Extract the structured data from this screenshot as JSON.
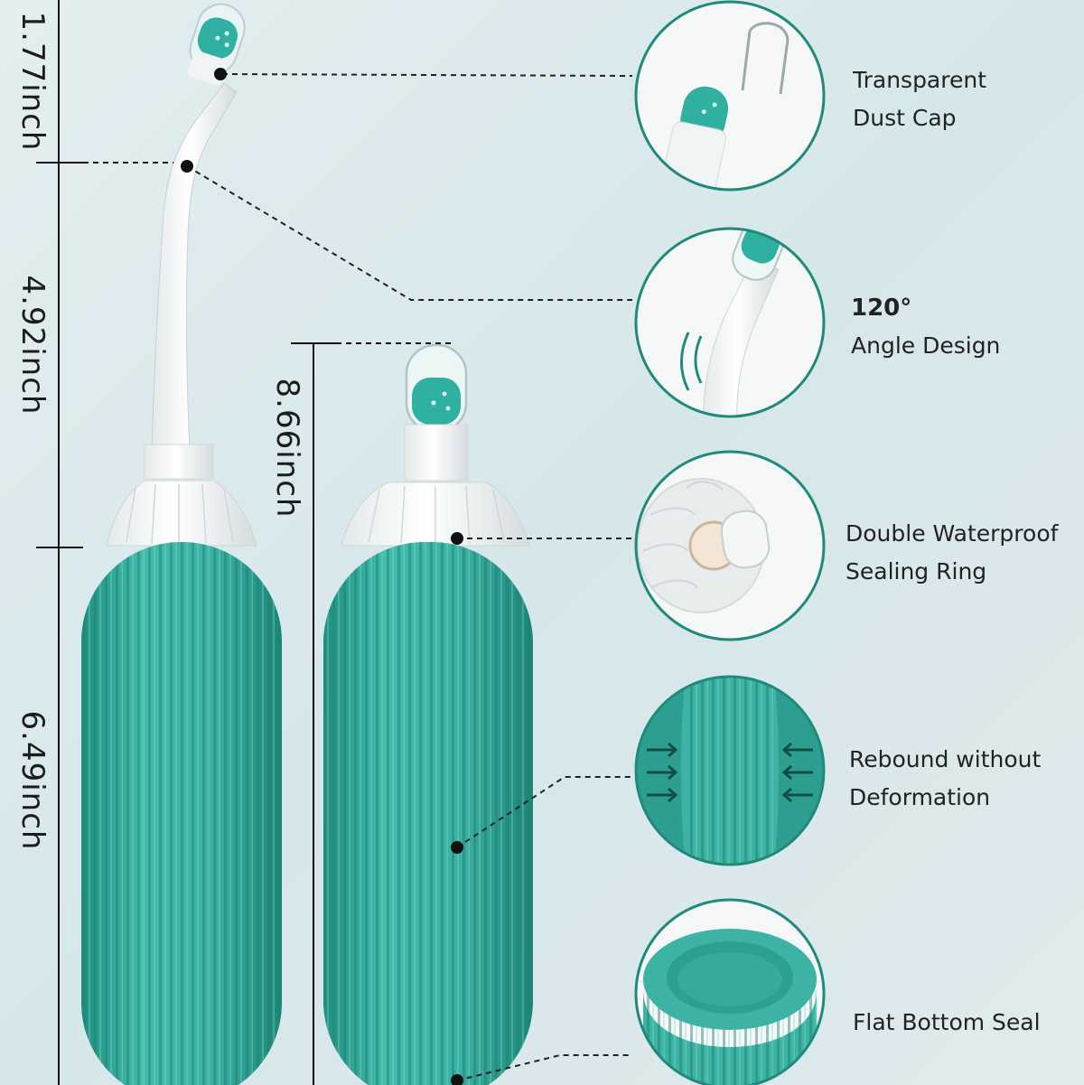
{
  "dimensions": {
    "cap_height": "1.77inch",
    "neck_height": "4.92inch",
    "body_height": "6.49inch",
    "total_height": "8.66inch"
  },
  "features": [
    {
      "icon": "dust-cap-icon",
      "line1": "Transparent",
      "line2": "Dust Cap"
    },
    {
      "icon": "angle-nozzle-icon",
      "line1": "120°",
      "line2": "Angle Design"
    },
    {
      "icon": "sealing-ring-icon",
      "line1": "Double Waterproof",
      "line2": "Sealing Ring"
    },
    {
      "icon": "rebound-body-icon",
      "line1": "Rebound without",
      "line2": "Deformation"
    },
    {
      "icon": "flat-bottom-icon",
      "line1": "Flat Bottom Seal",
      "line2": ""
    }
  ],
  "colors": {
    "teal": "#3db3a4",
    "teal_dark": "#23897c",
    "background": "#dbe9ec",
    "circle_border": "#1f8a7c"
  }
}
